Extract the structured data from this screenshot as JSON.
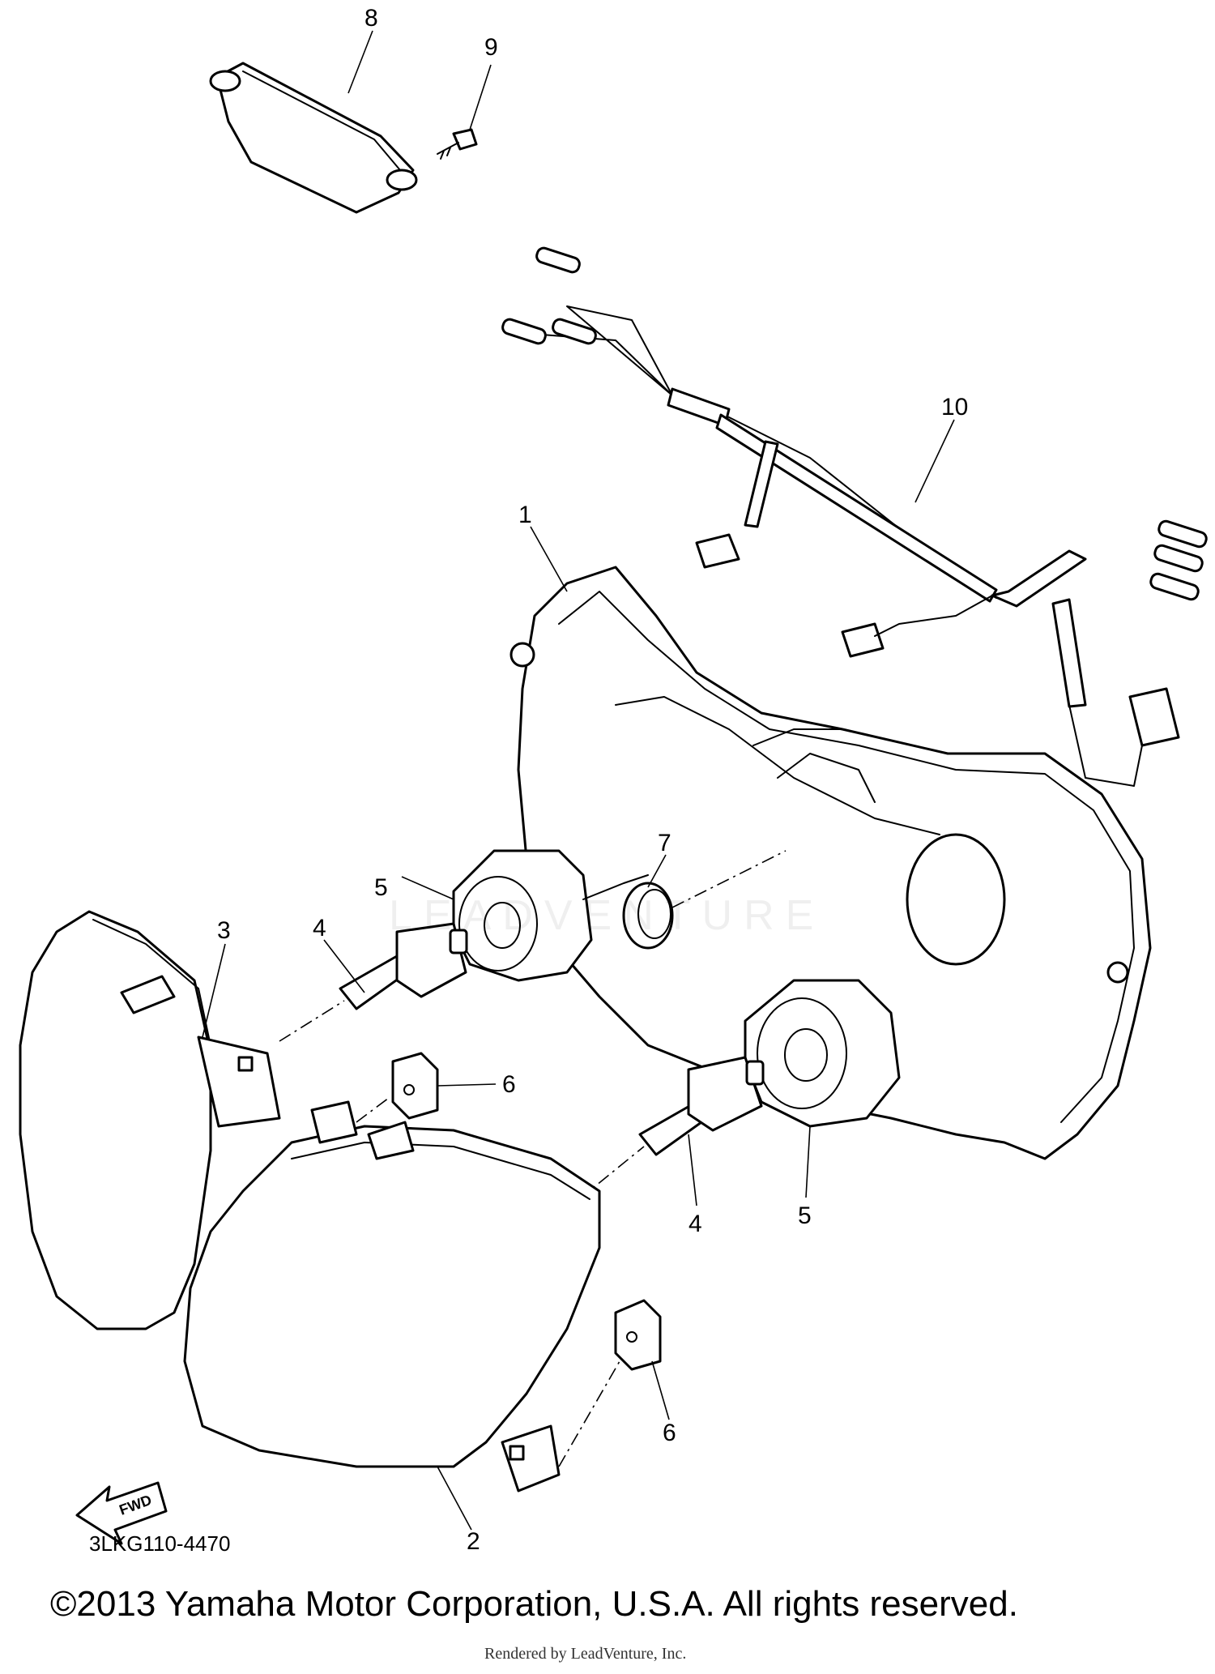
{
  "diagram": {
    "code": "3LKG110-4470",
    "copyright": "©2013 Yamaha Motor Corporation, U.S.A. All rights reserved.",
    "rendered_by": "Rendered by LeadVenture, Inc.",
    "watermark": "LEADVENTURE",
    "fwd_label": "FWD"
  },
  "callouts": {
    "c1": "1",
    "c2": "2",
    "c3": "3",
    "c4a": "4",
    "c4b": "4",
    "c5a": "5",
    "c5b": "5",
    "c6a": "6",
    "c6b": "6",
    "c7": "7",
    "c8": "8",
    "c9": "9",
    "c10": "10"
  }
}
